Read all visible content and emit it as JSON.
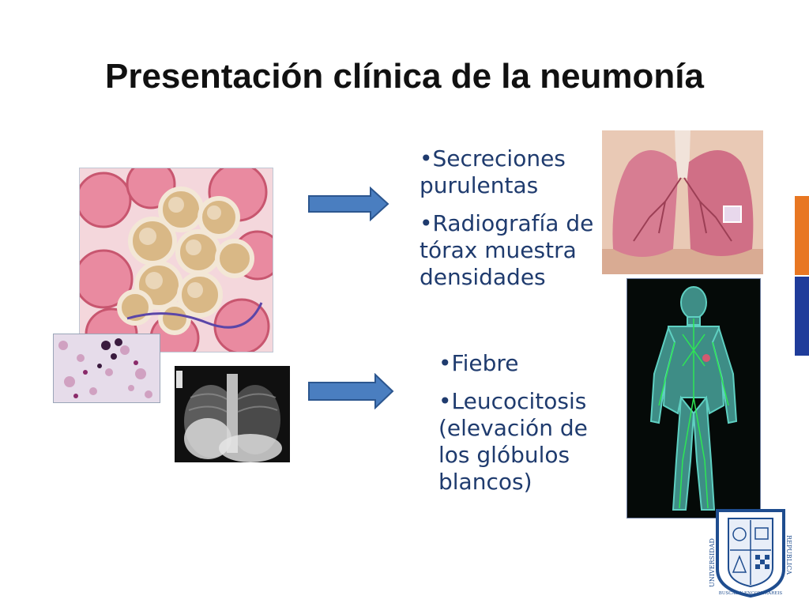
{
  "slide": {
    "title": "Presentación clínica de la neumonía",
    "colors": {
      "bullet_text": "#1f3b6e",
      "arrow_fill": "#4a7ec0",
      "arrow_stroke": "#2c568f",
      "accent_orange": "#e87722",
      "accent_blue": "#1f3c9a"
    },
    "group_top": {
      "items": [
        "•Secreciones purulentas",
        "•Radiografía de tórax muestra densidades"
      ]
    },
    "group_bottom": {
      "items": [
        "•Fiebre",
        "•Leucocitosis (elevación de los glóbulos blancos)"
      ]
    },
    "logo": {
      "text_left": "UNIVERSIDAD",
      "text_right": "REPUBLICA",
      "motto": "BUSCAD Y ENCONTRAREIS"
    }
  }
}
